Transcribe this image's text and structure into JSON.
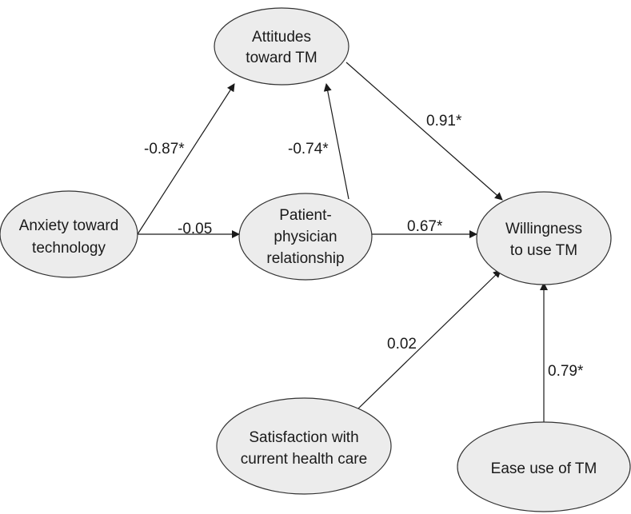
{
  "colors": {
    "node_fill": "#ececec",
    "node_stroke": "#333333",
    "text": "#1a1a1a"
  },
  "nodes": {
    "attitudes": [
      "Attitudes",
      "toward TM"
    ],
    "anxiety": [
      "Anxiety toward",
      "technology"
    ],
    "patient": [
      "Patient-",
      "physician",
      "relationship"
    ],
    "willingness": [
      "Willingness",
      "to use TM"
    ],
    "satisfaction": [
      "Satisfaction with",
      "current health care"
    ],
    "ease": [
      "Ease use of TM"
    ]
  },
  "edges": [
    {
      "from": "anxiety",
      "to": "attitudes",
      "coef": "-0.87*"
    },
    {
      "from": "patient",
      "to": "attitudes",
      "coef": "-0.74*"
    },
    {
      "from": "attitudes",
      "to": "willingness",
      "coef": "0.91*"
    },
    {
      "from": "anxiety",
      "to": "patient",
      "coef": "-0.05"
    },
    {
      "from": "patient",
      "to": "willingness",
      "coef": "0.67*"
    },
    {
      "from": "satisfaction",
      "to": "willingness",
      "coef": "0.02"
    },
    {
      "from": "ease",
      "to": "willingness",
      "coef": "0.79*"
    }
  ]
}
